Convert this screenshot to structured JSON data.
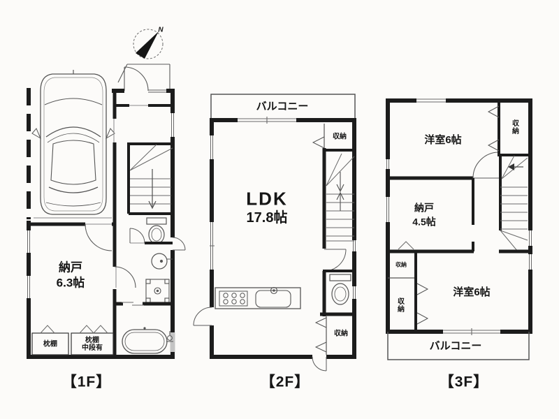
{
  "colors": {
    "wall": "#1c1c1c",
    "line": "#4f4f4f",
    "text": "#161616",
    "bg": "#fcfbf9"
  },
  "floor1": {
    "caption": "【1F】",
    "compass_label": "N",
    "storage_room": {
      "name": "納戸",
      "size": "6.3帖"
    },
    "closet_left": "枕棚",
    "closet_right_l1": "枕棚",
    "closet_right_l2": "中段有"
  },
  "floor2": {
    "caption": "【2F】",
    "balcony": "バルコニー",
    "ldk": {
      "name": "LDK",
      "size": "17.8帖"
    },
    "storage_top": "収納",
    "storage_bottom": "収納"
  },
  "floor3": {
    "caption": "【3F】",
    "room_north": "洋室6帖",
    "storage_north": "収納",
    "storage_room": {
      "name": "納戸",
      "size": "4.5帖"
    },
    "storage_mid": "収納",
    "storage_west": "収納",
    "room_south": "洋室6帖",
    "balcony": "バルコニー"
  }
}
